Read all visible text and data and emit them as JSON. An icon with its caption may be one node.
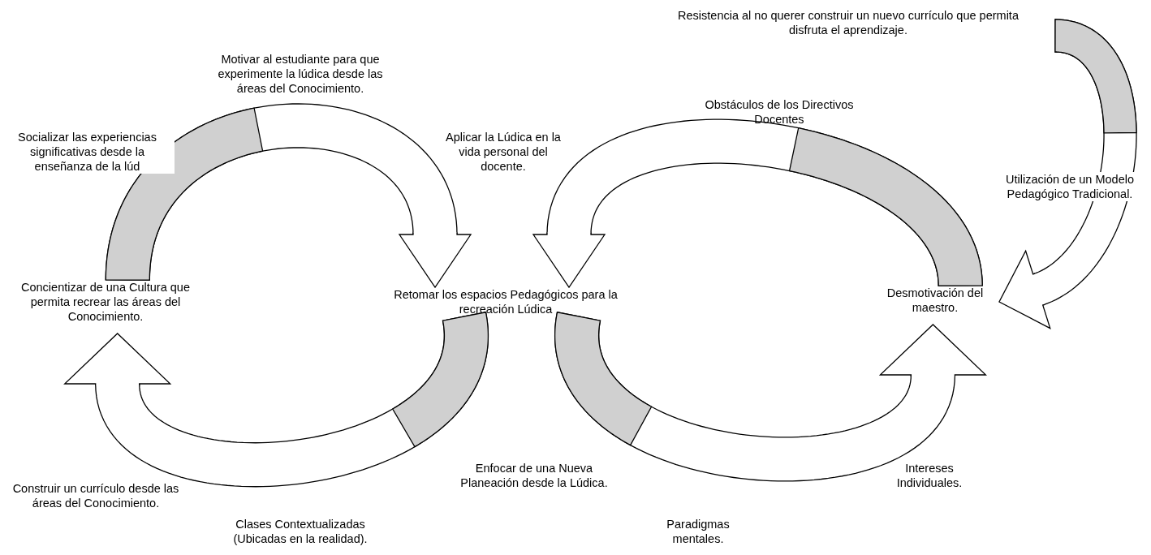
{
  "diagram": {
    "nodes": [
      {
        "text": [
          "Concientizar de una Cultura que permita recrear las áreas del Conocimiento."
        ]
      },
      {
        "text": [
          "Retomar los espacios Pedagógicos para la recreación Lúdica"
        ]
      },
      {
        "text": [
          "Desmotivación del maestro."
        ]
      }
    ],
    "edges": [
      {
        "from": 0,
        "to": 1,
        "arrow": "to"
      },
      {
        "from": 2,
        "to": 1,
        "arrow": "to"
      },
      {
        "from": 1,
        "to": 0,
        "arrow": "to"
      },
      {
        "from": 1,
        "to": 2,
        "arrow": "to"
      },
      {
        "from": null,
        "to": 2,
        "arrow": "to"
      }
    ],
    "labels": [
      "Resistencia al no querer construir un nuevo currículo que permita disfruta el aprendizaje.",
      "Motivar al estudiante para que experimente la lúdica desde las áreas del Conocimiento.",
      "Obstáculos de los Directivos Docentes",
      "Socializar las experiencias significativas desde la enseñanza de la lúd",
      "Aplicar la Lúdica en la vida personal del docente.",
      "Utilización de un Modelo Pedagógico Tradicional.",
      "Enfocar de una Nueva Planeación desde la Lúdica.",
      "Intereses Individuales.",
      "Construir un currículo desde las áreas del Conocimiento.",
      "Clases Contextualizadas (Ubicadas en la realidad).",
      "Paradigmas mentales."
    ]
  }
}
